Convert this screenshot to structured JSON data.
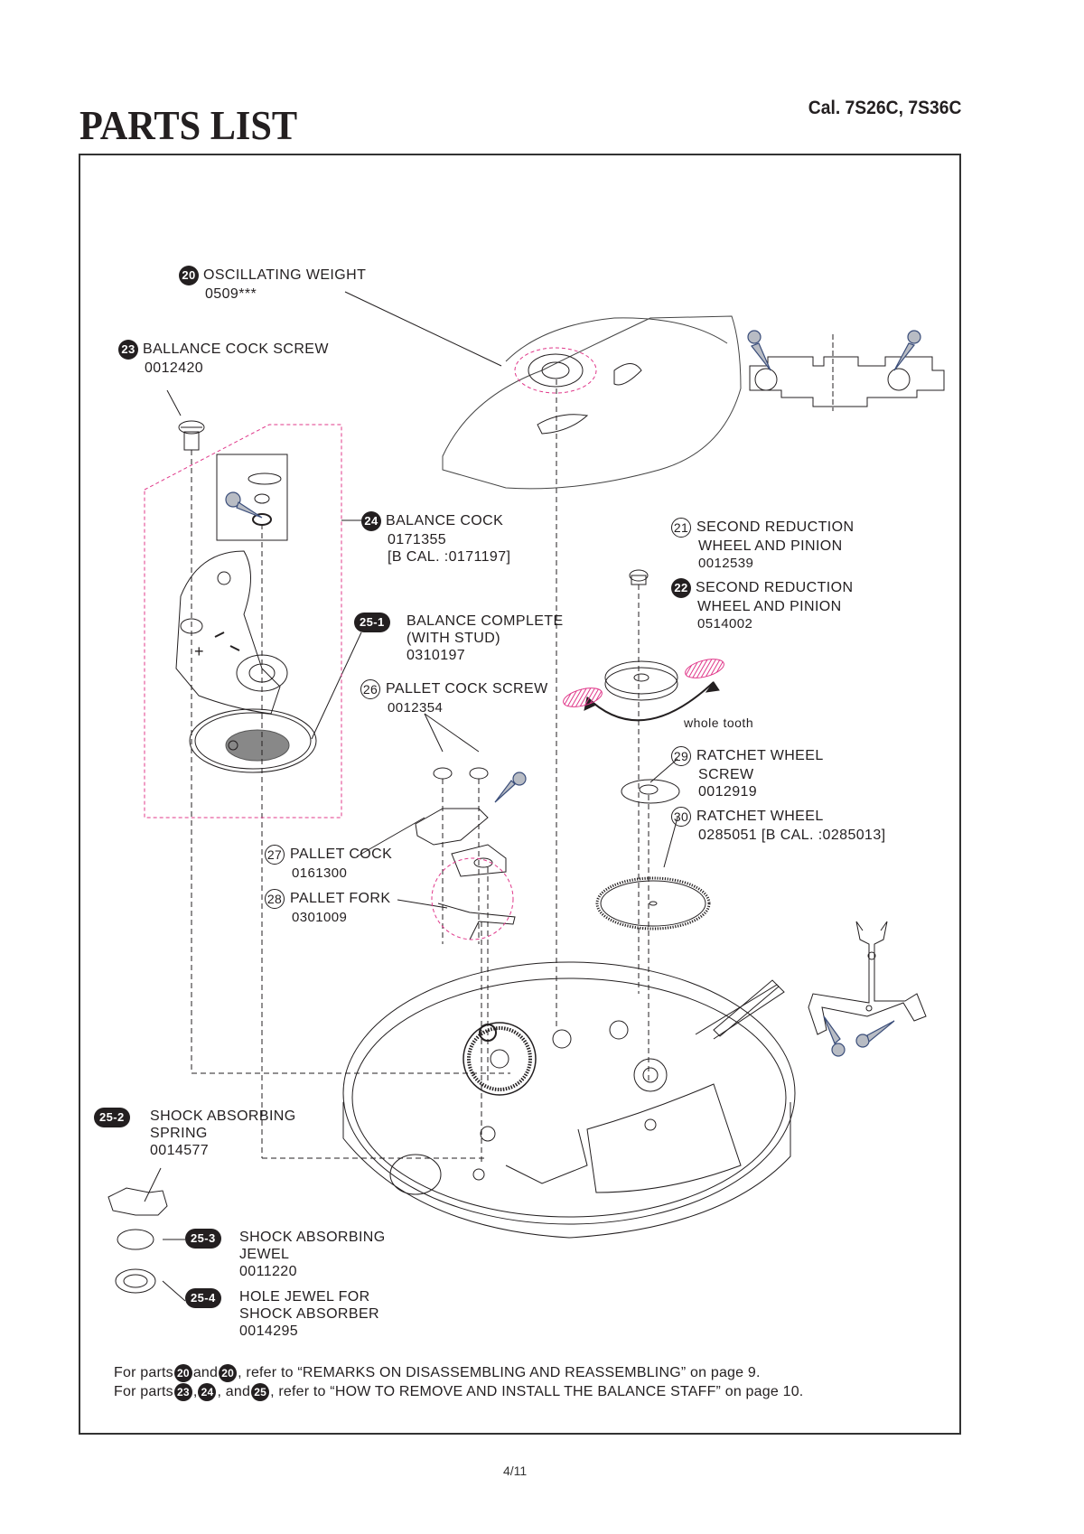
{
  "header": {
    "title": "PARTS LIST",
    "caliber": "Cal. 7S26C, 7S36C"
  },
  "parts": [
    {
      "id": "20",
      "style": "filled",
      "name": "OSCILLATING WEIGHT",
      "code": "0509***"
    },
    {
      "id": "23",
      "style": "filled",
      "name": "BALLANCE COCK SCREW",
      "code": "0012420"
    },
    {
      "id": "24",
      "style": "filled",
      "name": "BALANCE COCK",
      "code": "0171355",
      "alt": "[B CAL. :0171197]"
    },
    {
      "id": "25-1",
      "style": "filled",
      "name": "BALANCE COMPLETE",
      "name2": "(WITH STUD)",
      "code": "0310197"
    },
    {
      "id": "26",
      "style": "outline",
      "name": "PALLET COCK SCREW",
      "code": "0012354"
    },
    {
      "id": "27",
      "style": "outline",
      "name": "PALLET COCK",
      "code": "0161300"
    },
    {
      "id": "28",
      "style": "outline",
      "name": "PALLET FORK",
      "code": "0301009"
    },
    {
      "id": "21",
      "style": "outline",
      "name": "SECOND REDUCTION",
      "name2": "WHEEL AND PINION",
      "code": "0012539"
    },
    {
      "id": "22",
      "style": "filled",
      "name": "SECOND REDUCTION",
      "name2": "WHEEL AND PINION",
      "code": "0514002"
    },
    {
      "id": "29",
      "style": "outline",
      "name": "RATCHET WHEEL",
      "name2": "SCREW",
      "code": "0012919"
    },
    {
      "id": "30",
      "style": "outline",
      "name": "RATCHET WHEEL",
      "code": "0285051 [B CAL. :0285013]"
    },
    {
      "id": "25-2",
      "style": "filled",
      "name": "SHOCK ABSORBING",
      "name2": "SPRING",
      "code": "0014577"
    },
    {
      "id": "25-3",
      "style": "filled",
      "name": "SHOCK ABSORBING",
      "name2": "JEWEL",
      "code": "0011220"
    },
    {
      "id": "25-4",
      "style": "filled",
      "name": "HOLE JEWEL FOR",
      "name2": "SHOCK ABSORBER",
      "code": "0014295"
    }
  ],
  "annotations": {
    "whole_tooth": "whole tooth"
  },
  "notes": {
    "line1": {
      "prefix": "For parts",
      "badge1": "20",
      "mid": "and",
      "badge2": "20",
      "suffix": ", refer to “REMARKS ON DISASSEMBLING AND REASSEMBLING” on page 9."
    },
    "line2": {
      "prefix": "For parts",
      "badge1": "23",
      "sep1": ",",
      "badge2": "24",
      "mid": ", and",
      "badge3": "25",
      "suffix": ", refer to “HOW TO REMOVE AND INSTALL THE BALANCE STAFF” on page 10."
    }
  },
  "footer": {
    "page": "4/11"
  },
  "colors": {
    "ink": "#231f20",
    "magenta": "#e0388a",
    "oil_gray": "#b8bcc4",
    "oil_outline": "#3a4d7a"
  }
}
